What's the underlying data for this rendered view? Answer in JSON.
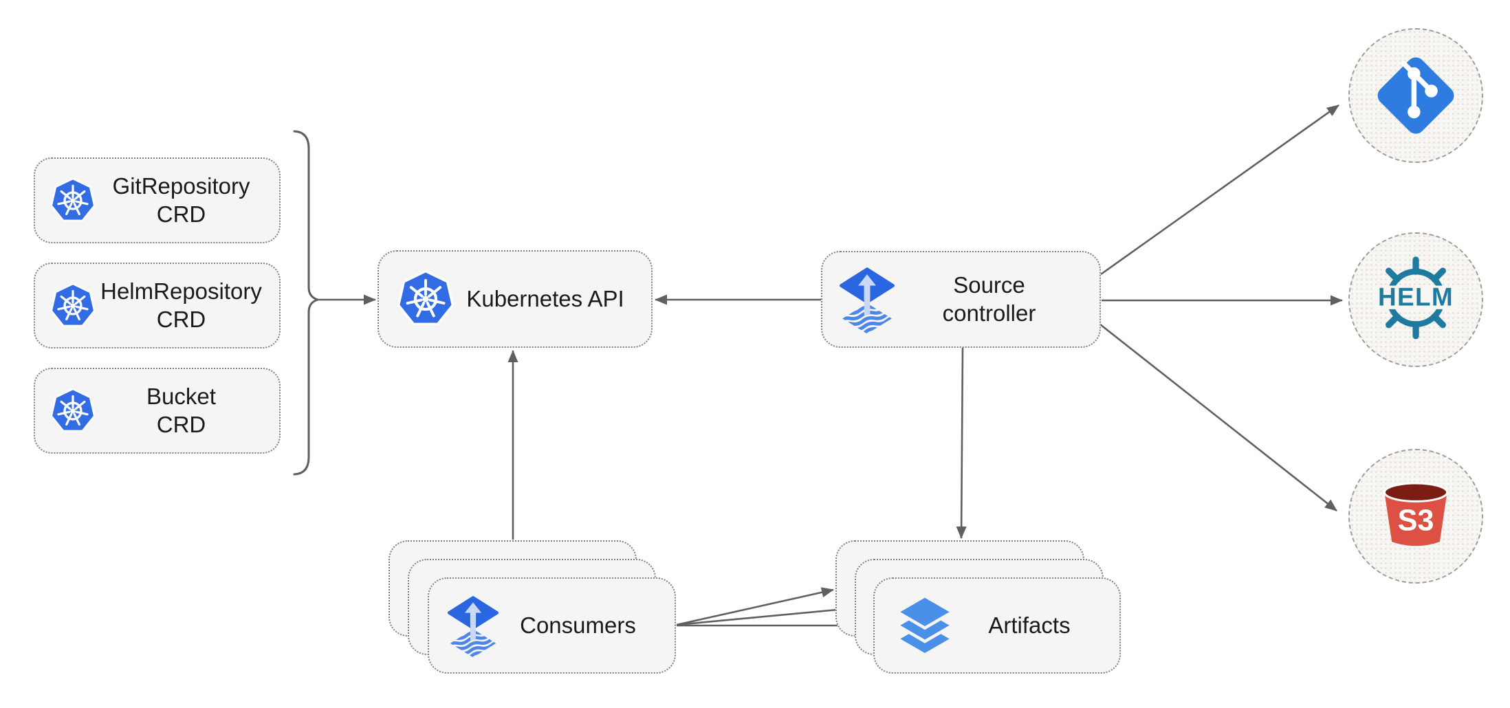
{
  "diagram": {
    "crds": [
      {
        "line1": "GitRepository",
        "line2": "CRD",
        "icon": "kubernetes"
      },
      {
        "line1": "HelmRepository",
        "line2": "CRD",
        "icon": "kubernetes"
      },
      {
        "line1": "Bucket",
        "line2": "CRD",
        "icon": "kubernetes"
      }
    ],
    "kubernetes_api": {
      "label": "Kubernetes API",
      "icon": "kubernetes"
    },
    "source_controller": {
      "line1": "Source",
      "line2": "controller",
      "icon": "flux"
    },
    "consumers": {
      "label": "Consumers",
      "icon": "flux",
      "stack_count": 3
    },
    "artifacts": {
      "label": "Artifacts",
      "icon": "layers",
      "stack_count": 3
    },
    "external_sources": {
      "git": {
        "label": "",
        "icon": "git-logo"
      },
      "helm": {
        "label": "HELM",
        "icon": "helm-wheel"
      },
      "s3": {
        "label": "S3",
        "icon": "s3-bucket"
      }
    },
    "colors": {
      "kubernetes_blue": "#326CE5",
      "flux_blue": "#2B66E1",
      "flux_wave_blue": "#4C86E8",
      "flux_arrow_light": "#C8D8F5",
      "layers_blue": "#4A90E8",
      "git_blue": "#2E7CDF",
      "helm_teal": "#1E7A9E",
      "s3_red": "#DD5144",
      "s3_dark_red": "#7B1D12",
      "box_fill": "#F5F5F5",
      "connector_gray": "#5F5F5F"
    }
  }
}
